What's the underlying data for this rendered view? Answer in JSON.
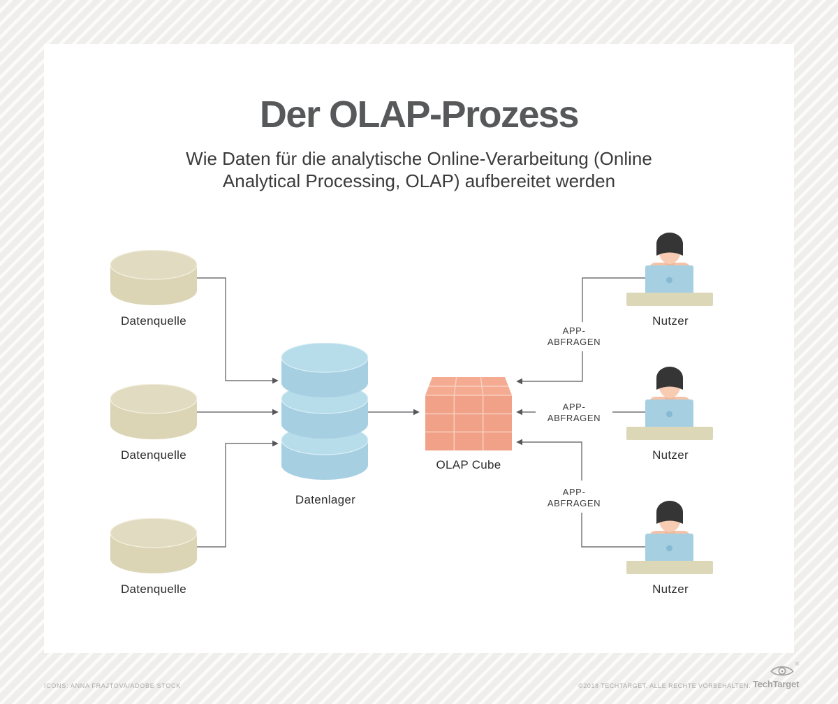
{
  "header": {
    "title": "Der OLAP-Prozess",
    "subtitle_line1": "Wie Daten für die analytische Online-Verarbeitung (Online",
    "subtitle_line2": "Analytical Processing, OLAP) aufbereitet werden"
  },
  "diagram": {
    "sources": [
      {
        "label": "Datenquelle",
        "icon": "database-cylinder-icon"
      },
      {
        "label": "Datenquelle",
        "icon": "database-cylinder-icon"
      },
      {
        "label": "Datenquelle",
        "icon": "database-cylinder-icon"
      }
    ],
    "warehouse": {
      "label": "Datenlager",
      "icon": "database-stack-icon"
    },
    "cube": {
      "label": "OLAP Cube",
      "icon": "olap-cube-icon"
    },
    "users": [
      {
        "label": "Nutzer",
        "icon": "person-at-laptop-icon"
      },
      {
        "label": "Nutzer",
        "icon": "person-at-laptop-icon"
      },
      {
        "label": "Nutzer",
        "icon": "person-at-laptop-icon"
      }
    ],
    "queries": [
      {
        "line1": "APP-",
        "line2": "ABFRAGEN"
      },
      {
        "line1": "APP-",
        "line2": "ABFRAGEN"
      },
      {
        "line1": "APP-",
        "line2": "ABFRAGEN"
      }
    ],
    "flow": "Datenquelle (3x) -> Datenlager -> OLAP Cube <- APP-ABFRAGEN <- Nutzer (3x)"
  },
  "footer": {
    "credit": "ICONS: ANNA FRAJTOVA/ADOBE STOCK",
    "copyright": "©2018 TECHTARGET. ALLE RECHTE VORBEHALTEN.",
    "brand": "TechTarget",
    "registered": "®",
    "brand_icon": "techtarget-eye-target-logo"
  },
  "palette": {
    "background_stripe_base": "#efeeed",
    "background_stripe_highlight": "#fbfbfa",
    "card": "#ffffff",
    "title_text": "#57585a",
    "subtitle_text": "#3b3b3b",
    "label_text": "#2e2e2e",
    "connector_line": "#57575a",
    "datasource_beige": "#dbd5b5",
    "datasource_beige_top": "#e1dcc1",
    "warehouse_blue": "#a6d0e2",
    "warehouse_blue_top": "#b7dcea",
    "cube_salmon_front": "#f1a188",
    "cube_salmon_top": "#f4ab92",
    "cube_grid": "#f9cfbd",
    "desk_beige": "#dcd7b7",
    "skin": "#f8cbb3",
    "skin_shadow": "#eeb89c",
    "hair": "#353535",
    "laptop_blue": "#a6d0e2",
    "laptop_dot": "#84bad2",
    "footer_text": "#ababab",
    "brand_gray": "#a2a2a2"
  }
}
